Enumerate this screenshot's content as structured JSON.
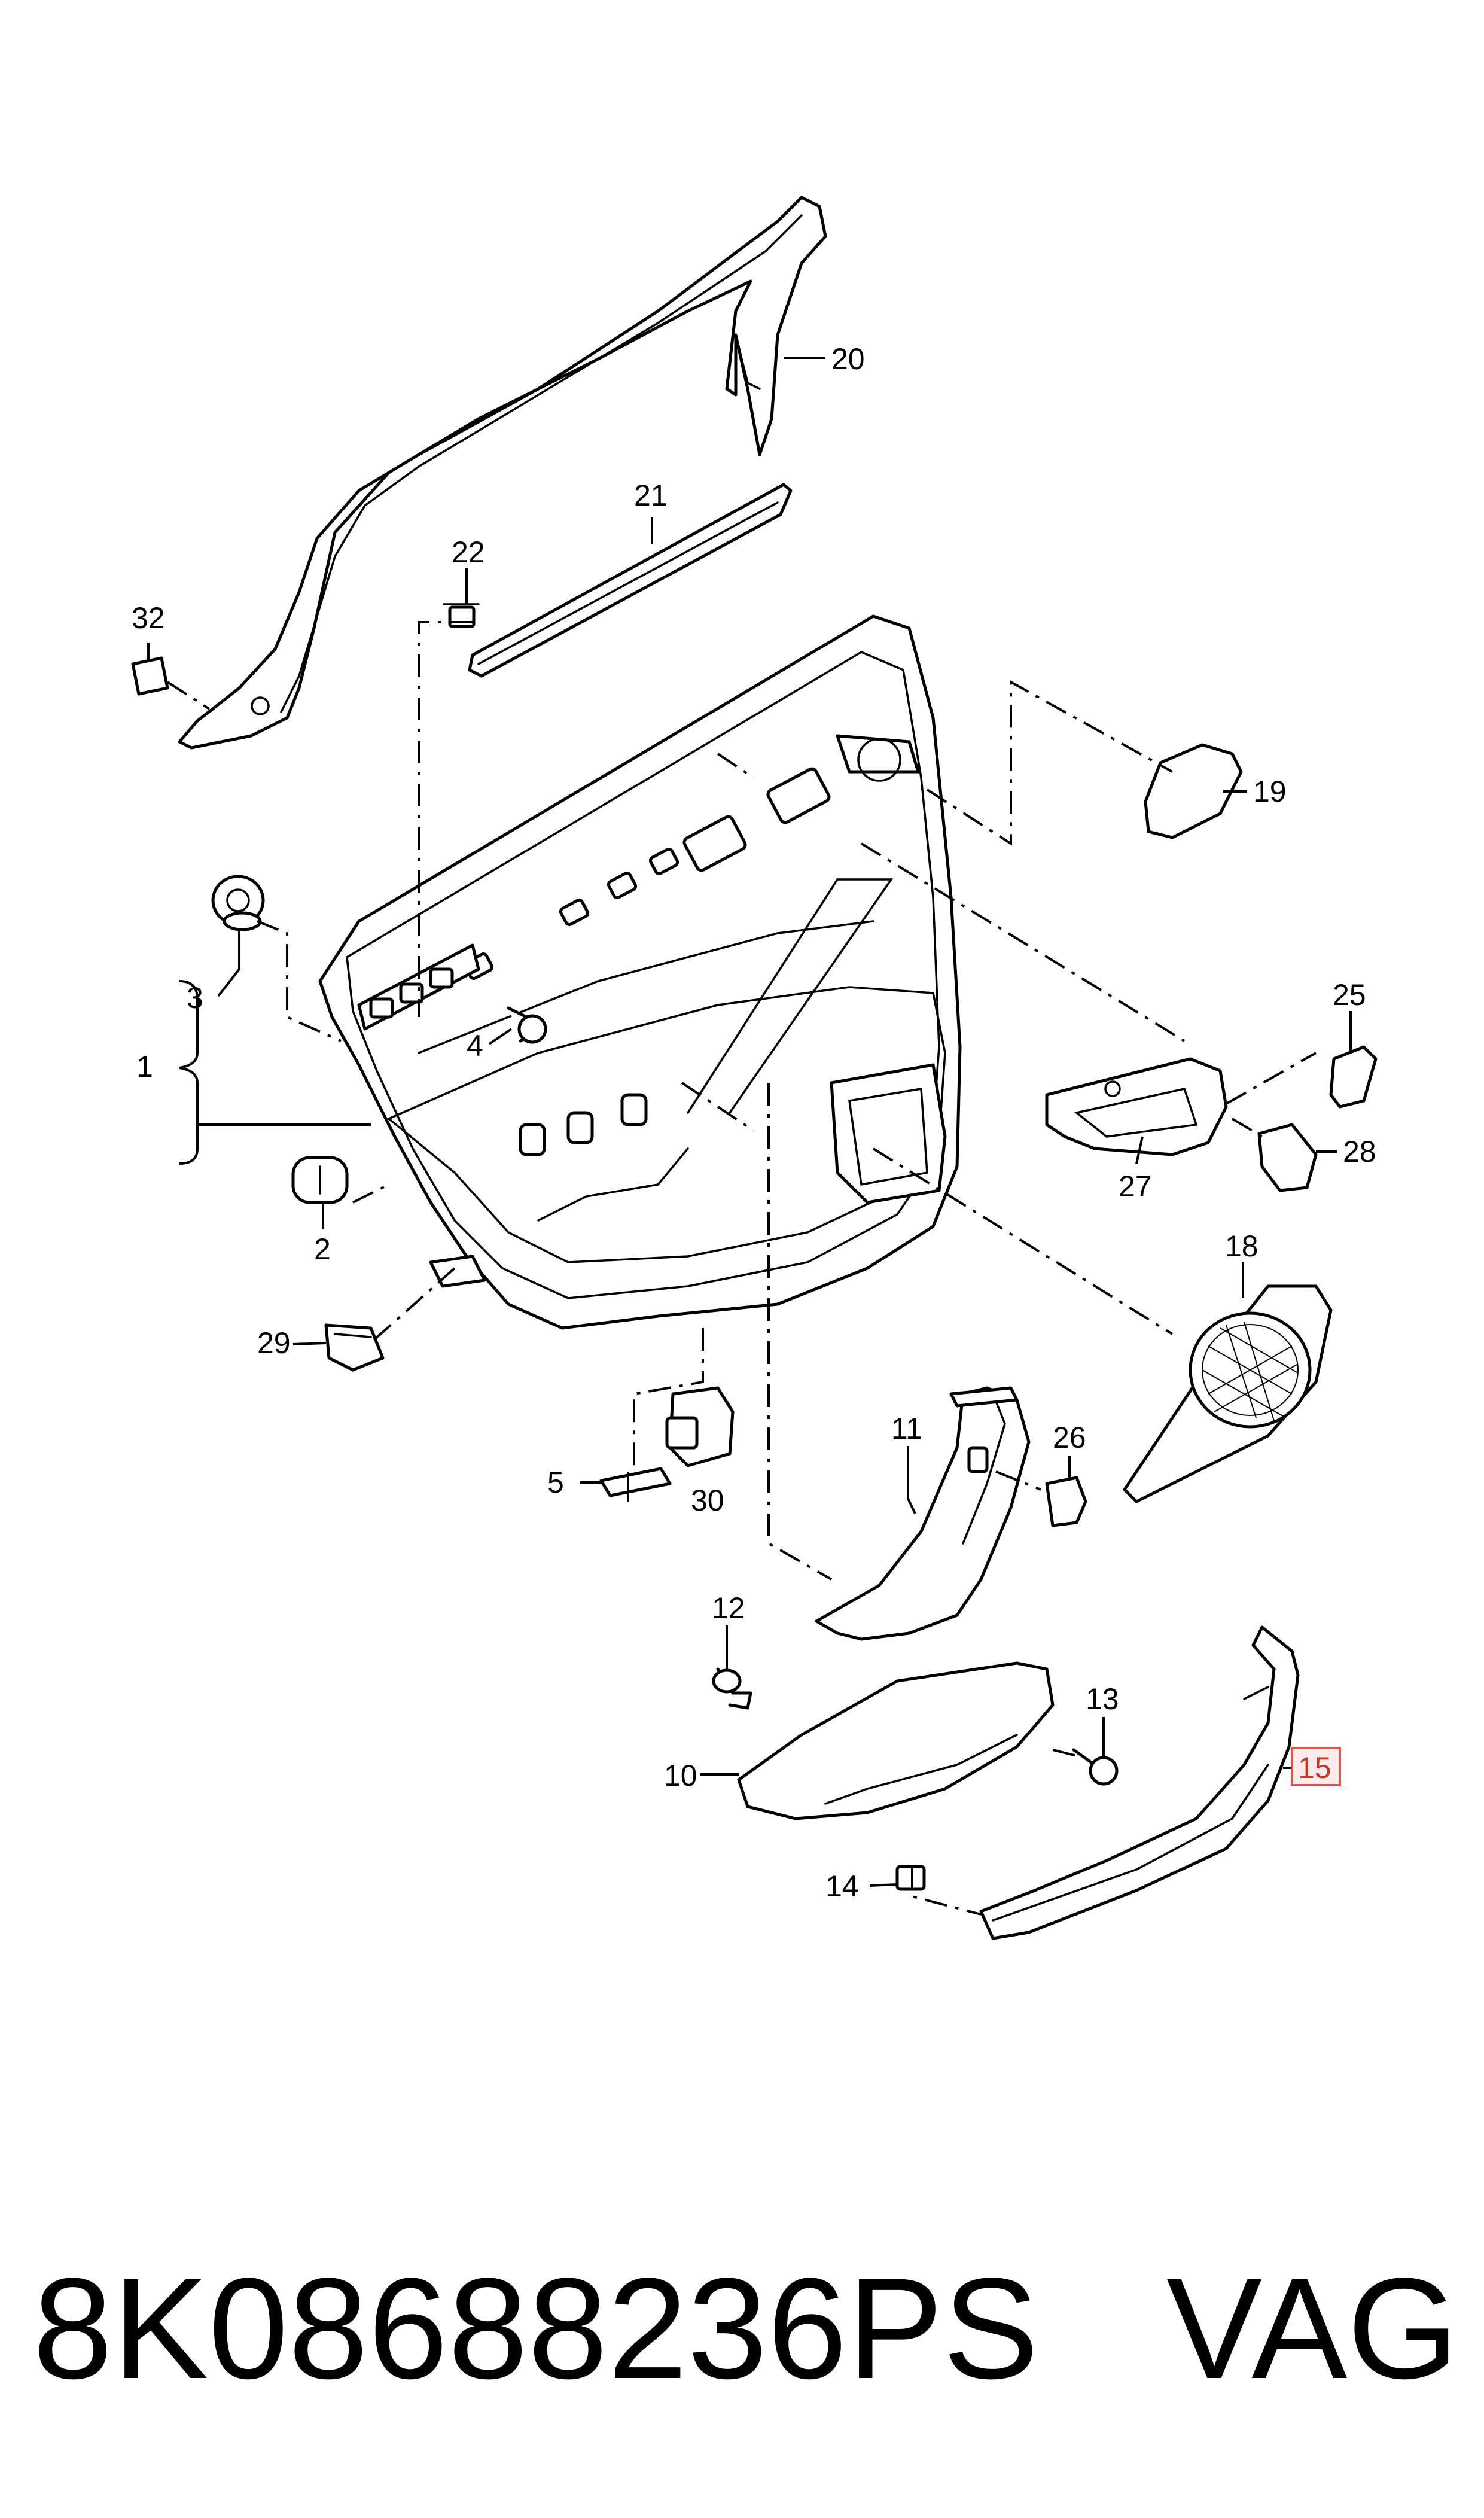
{
  "diagram": {
    "callouts": [
      "1",
      "2",
      "3",
      "4",
      "5",
      "10",
      "11",
      "12",
      "13",
      "14",
      "15",
      "18",
      "19",
      "20",
      "21",
      "22",
      "25",
      "26",
      "27",
      "28",
      "29",
      "30",
      "32"
    ],
    "highlighted_callout": "15",
    "highlight_color": "#d9534f"
  },
  "footer": {
    "part_number": "8K08688236PS",
    "brand": "VAG"
  }
}
